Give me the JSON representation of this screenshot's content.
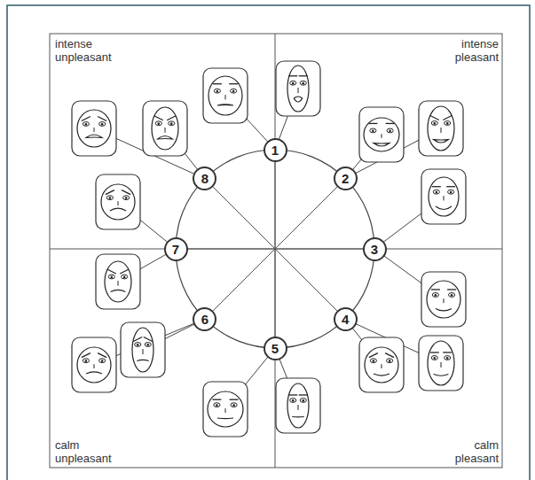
{
  "diagram": {
    "nodes": [
      {
        "text": [
          "1"
        ]
      },
      {
        "text": [
          "2"
        ]
      },
      {
        "text": [
          "3"
        ]
      },
      {
        "text": [
          "4"
        ]
      },
      {
        "text": [
          "5"
        ]
      },
      {
        "text": [
          "6"
        ]
      },
      {
        "text": [
          "7"
        ]
      },
      {
        "text": [
          "8"
        ]
      }
    ],
    "labels": [
      "intense unpleasant",
      "intense pleasant",
      "calm unpleasant",
      "calm pleasant"
    ]
  }
}
